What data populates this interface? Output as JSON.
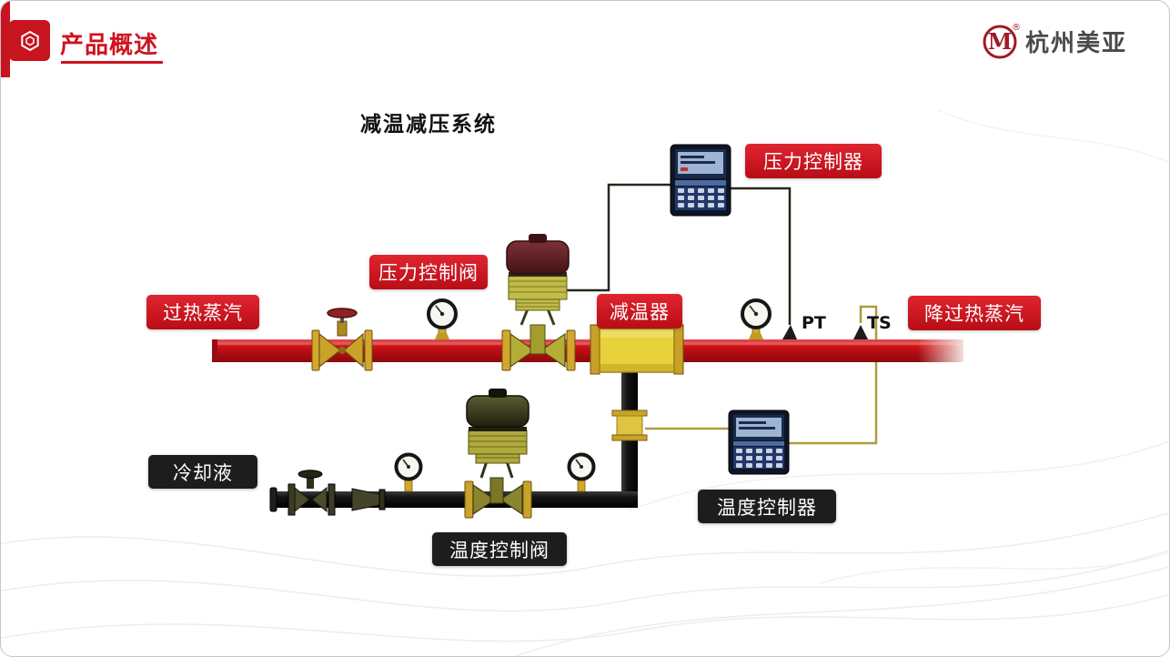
{
  "header": {
    "title": "产品概述",
    "logo_text": "杭州美亚",
    "logo_letter": "M",
    "logo_reg": "®"
  },
  "diagram": {
    "title": "减温减压系统",
    "labels": {
      "superheated_steam": "过热蒸汽",
      "pressure_control_valve": "压力控制阀",
      "desuperheater": "减温器",
      "pressure_controller": "压力控制器",
      "desuperheated_steam": "降过热蒸汽",
      "coolant": "冷却液",
      "temperature_controller": "温度控制器",
      "temperature_control_valve": "温度控制阀",
      "pt_sensor": "PT",
      "ts_sensor": "TS"
    },
    "colors": {
      "accent_red": "#c8141e",
      "label_red": "#cf1320",
      "label_black": "#1d1d1d",
      "pipe_red": "#c81016",
      "pipe_black": "#121212",
      "brass_yellow": "#d2a82c",
      "valve_green": "#b4ae38",
      "actuator_maroon": "#5d2326",
      "actuator_olive": "#3c3c22",
      "controller_navy": "#0e1526",
      "signal_dark": "#26261a",
      "signal_tan": "#b09a3c"
    }
  }
}
